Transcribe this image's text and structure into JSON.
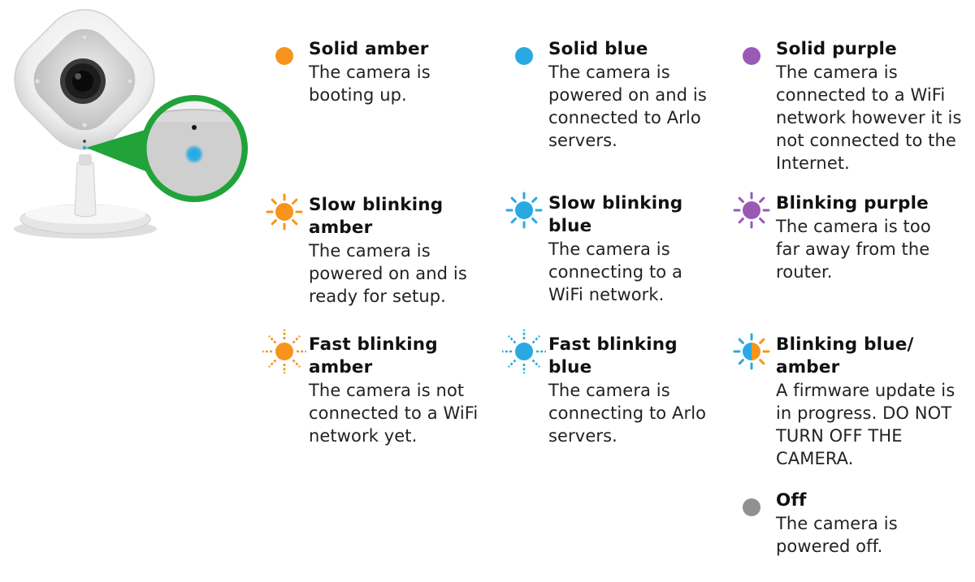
{
  "colors": {
    "amber": "#F7941D",
    "blue": "#29A9E1",
    "purple": "#9B59B6",
    "gray": "#8E9093",
    "callout_green": "#21A33A",
    "camera_body": "#F2F2F2"
  },
  "camera": {
    "image_name": "arlo-q-camera",
    "led_color": "#29A9E1"
  },
  "statuses": [
    {
      "id": "solid-amber",
      "title": "Solid amber",
      "description": "The camera is booting up.",
      "color": "#F7941D",
      "icon": "solid-dot-icon"
    },
    {
      "id": "solid-blue",
      "title": "Solid blue",
      "description": "The camera is powered on and is connected to Arlo servers.",
      "color": "#29A9E1",
      "icon": "solid-dot-icon"
    },
    {
      "id": "solid-purple",
      "title": "Solid purple",
      "description": "The camera is connected to a WiFi network however it is not connected to the Internet.",
      "color": "#9B59B6",
      "icon": "solid-dot-icon"
    },
    {
      "id": "slow-blinking-amber",
      "title": "Slow blinking amber",
      "description": "The camera is powered on and is ready for setup.",
      "color": "#F7941D",
      "icon": "slow-blink-sun-icon"
    },
    {
      "id": "slow-blinking-blue",
      "title": "Slow blinking blue",
      "description": "The camera is connecting to a WiFi network.",
      "color": "#29A9E1",
      "icon": "slow-blink-sun-icon"
    },
    {
      "id": "blinking-purple",
      "title": "Blinking purple",
      "description": "The camera is too far away from the router.",
      "color": "#9B59B6",
      "icon": "slow-blink-sun-icon"
    },
    {
      "id": "fast-blinking-amber",
      "title": "Fast blinking amber",
      "description": "The camera is not connected to a WiFi network yet.",
      "color": "#F7941D",
      "icon": "fast-blink-sun-icon"
    },
    {
      "id": "fast-blinking-blue",
      "title": "Fast blinking blue",
      "description": "The camera is connecting to Arlo servers.",
      "color": "#29A9E1",
      "icon": "fast-blink-sun-icon"
    },
    {
      "id": "blinking-blue-amber",
      "title": "Blinking blue/ amber",
      "description": "A firmware update is in progress. DO NOT TURN OFF THE CAMERA.",
      "color": "#29A9E1",
      "color2": "#F7941D",
      "icon": "split-sun-icon"
    },
    {
      "id": "off",
      "title": "Off",
      "description": "The camera is powered off.",
      "color": "#8E9093",
      "icon": "solid-dot-icon"
    }
  ]
}
